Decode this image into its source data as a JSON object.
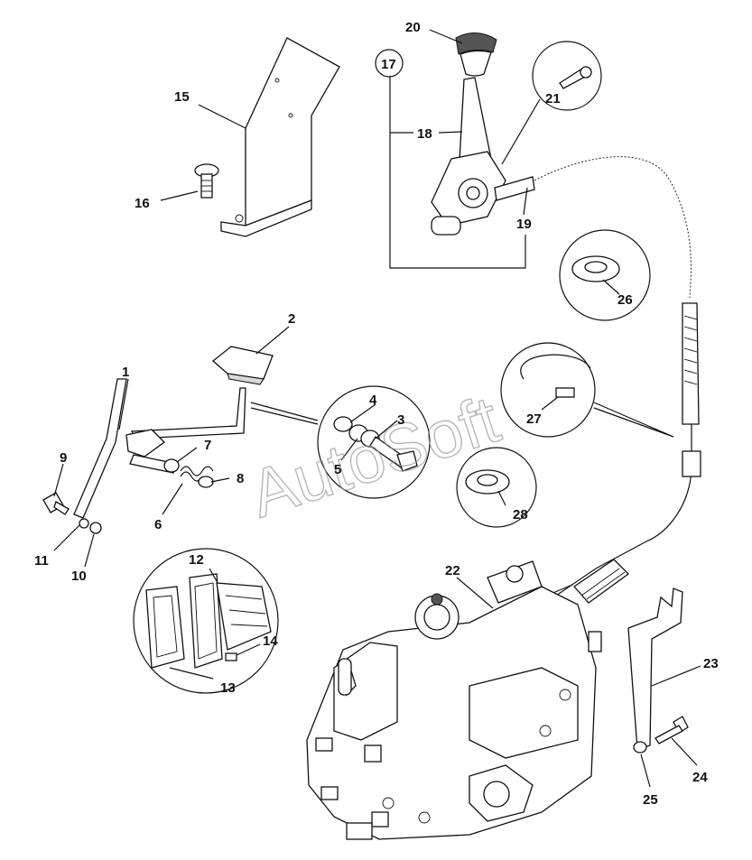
{
  "diagram": {
    "watermark": "AutoSoft",
    "callouts": [
      {
        "id": "1",
        "label": "1"
      },
      {
        "id": "2",
        "label": "2"
      },
      {
        "id": "3",
        "label": "3"
      },
      {
        "id": "4",
        "label": "4"
      },
      {
        "id": "5",
        "label": "5"
      },
      {
        "id": "6",
        "label": "6"
      },
      {
        "id": "7",
        "label": "7"
      },
      {
        "id": "8",
        "label": "8"
      },
      {
        "id": "9",
        "label": "9"
      },
      {
        "id": "10",
        "label": "10"
      },
      {
        "id": "11",
        "label": "11"
      },
      {
        "id": "12",
        "label": "12"
      },
      {
        "id": "13",
        "label": "13"
      },
      {
        "id": "14",
        "label": "14"
      },
      {
        "id": "15",
        "label": "15"
      },
      {
        "id": "16",
        "label": "16"
      },
      {
        "id": "17",
        "label": "17"
      },
      {
        "id": "18",
        "label": "18"
      },
      {
        "id": "19",
        "label": "19"
      },
      {
        "id": "20",
        "label": "20"
      },
      {
        "id": "21",
        "label": "21"
      },
      {
        "id": "22",
        "label": "22"
      },
      {
        "id": "23",
        "label": "23"
      },
      {
        "id": "24",
        "label": "24"
      },
      {
        "id": "25",
        "label": "25"
      },
      {
        "id": "26",
        "label": "26"
      },
      {
        "id": "27",
        "label": "27"
      },
      {
        "id": "28",
        "label": "28"
      }
    ]
  }
}
